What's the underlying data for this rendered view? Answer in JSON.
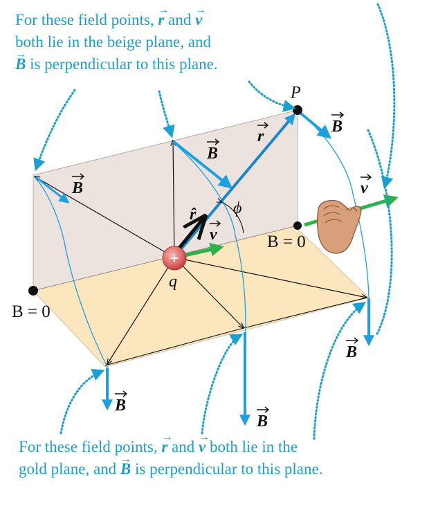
{
  "captions": {
    "top": {
      "line1_pre": "For these field points, ",
      "line1_r": "r",
      "line1_mid": " and ",
      "line1_v": "v",
      "line2": "both lie in the beige plane, and",
      "line3_B": "B",
      "line3_rest": " is perpendicular to this plane."
    },
    "bottom": {
      "line1_pre": "For these field points, ",
      "line1_r": "r",
      "line1_mid": " and ",
      "line1_v": "v",
      "line1_post": " both lie in the",
      "line2_pre": "gold plane, and ",
      "line2_B": "B",
      "line2_rest": " is perpendicular to this plane."
    }
  },
  "labels": {
    "point_P": "P",
    "charge_q": "q",
    "charge_sign": "+",
    "angle_phi": "ϕ",
    "b_zero_left": "B = 0",
    "b_zero_right": "B = 0",
    "vec_B": "B",
    "vec_r": "r",
    "vec_v": "v",
    "unit_r": "r̂"
  },
  "colors": {
    "caption": "#1a9fd1",
    "field_arrow": "#1d9fe0",
    "velocity_arrow": "#2bb24c",
    "beige_plane": "#ece3de",
    "gold_plane": "#fbe6bd",
    "charge": "#e06a6a",
    "dotted": "#1a9fd1"
  },
  "icons": [
    "hand-icon"
  ]
}
